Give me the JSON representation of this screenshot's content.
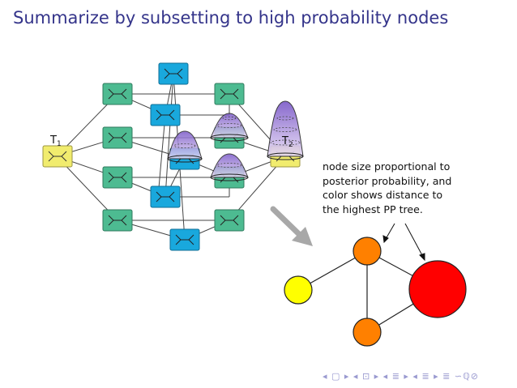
{
  "slide": {
    "title": "Summarize by subsetting to high probability nodes"
  },
  "tree_graph": {
    "label_t1": "T",
    "label_t1_sub": "1",
    "label_t2": "T",
    "label_t2_sub": "2",
    "colors": {
      "yellow": "#f1ec6e",
      "blue": "#19a8dd",
      "green": "#4dbb91",
      "edge": "#444444",
      "purple": "#8a6ccf"
    }
  },
  "annotation": {
    "lines": [
      "node size proportional to",
      "posterior probability, and",
      "color shows distance to",
      "the highest PP tree."
    ]
  },
  "summary_graph": {
    "colors": {
      "yellow": "#ffff00",
      "orange": "#ff8000",
      "red": "#ff0000",
      "arrow": "#a8a8a8"
    }
  },
  "navigation": {
    "symbols": "◂ ▢ ▸ ◂ ⊡ ▸ ◂ ≣ ▸ ◂ ≣ ▸ ≣ ∽ℚ⊘"
  }
}
